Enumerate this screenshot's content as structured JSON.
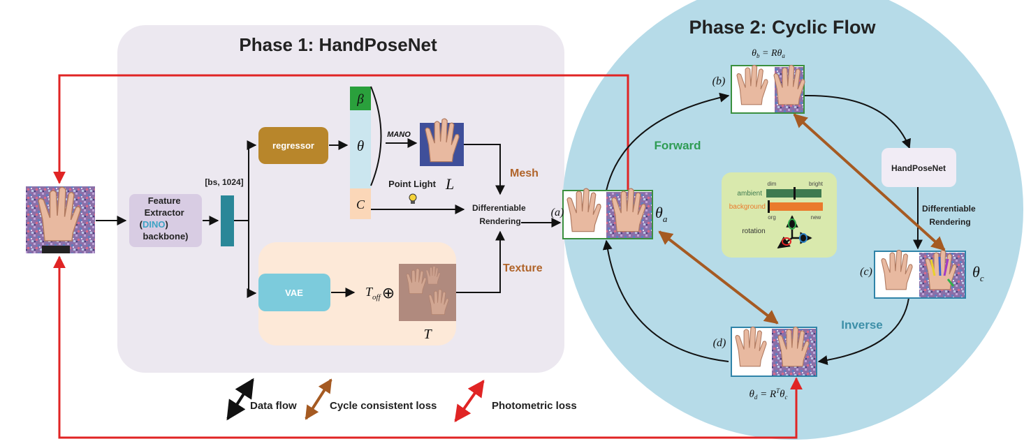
{
  "phase1": {
    "title": "Phase 1: HandPoseNet"
  },
  "phase2": {
    "title": "Phase 2: Cyclic Flow"
  },
  "feature_extractor": {
    "line1": "Feature",
    "line2": "Extractor",
    "open": "(",
    "dino": "DINO",
    "close": ")",
    "line4": "backbone)"
  },
  "feature_dim": "[bs, 1024]",
  "regressor": "regressor",
  "vae": "VAE",
  "params": {
    "beta": "β",
    "theta": "θ",
    "c": "C"
  },
  "mano": "MANO",
  "point_light": {
    "label": "Point Light",
    "symbol": "L"
  },
  "renderer": {
    "line1": "Differentiable",
    "line2": "Rendering"
  },
  "mesh_label": "Mesh",
  "texture_label": "Texture",
  "t_off": {
    "base": "T",
    "sub": "off"
  },
  "oplus": "⊕",
  "t_label": "T",
  "nodes": {
    "a": {
      "tag": "(a)",
      "theta_base": "θ",
      "theta_sub": "a"
    },
    "b": {
      "tag": "(b)",
      "eq": "θ",
      "eq_sub": "b",
      "eq_rest": " = Rθ",
      "eq_sub2": "a"
    },
    "c": {
      "tag": "(c)",
      "theta_base": "θ",
      "theta_sub": "c"
    },
    "d": {
      "tag": "(d)",
      "eq": "θ",
      "eq_sub": "d",
      "eq_rest": " = R",
      "eq_sup": "T",
      "eq_rest2": "θ",
      "eq_sub2": "c"
    }
  },
  "forward": "Forward",
  "inverse": "Inverse",
  "handposenet_box": "HandPoseNet",
  "renderer2": {
    "line1": "Differentiable",
    "line2": "Rendering"
  },
  "control_panel": {
    "ambient": "ambient",
    "background": "background",
    "rotation": "rotation",
    "dim": "dim",
    "bright": "bright",
    "org": "org",
    "new": "new"
  },
  "legend": {
    "data_flow": "Data flow",
    "cycle_loss": "Cycle consistent loss",
    "photometric": "Photometric loss"
  },
  "colors": {
    "phase1_bg": "#ece8f0",
    "phase2_bg": "#b6dbe8",
    "regressor": "#b8862b",
    "vae": "#7ccbdc",
    "texture_bg": "#fde9d8",
    "feature_box": "#d8cce3",
    "dino": "#3da3c4",
    "feature_bar": "#2a8798",
    "beta": "#2aa03c",
    "theta": "#cbe6ef",
    "c_box": "#fbd7b8",
    "forward_text": "#2f9c54",
    "inverse_text": "#3d8fa8",
    "mesh_text": "#b0642a",
    "cycle_arrow": "#a55a22",
    "photo_arrow": "#e02424",
    "panel_bg": "#d9e9ad",
    "ambient_bar": "#3e7a4f",
    "background_bar": "#ea7a2c"
  }
}
